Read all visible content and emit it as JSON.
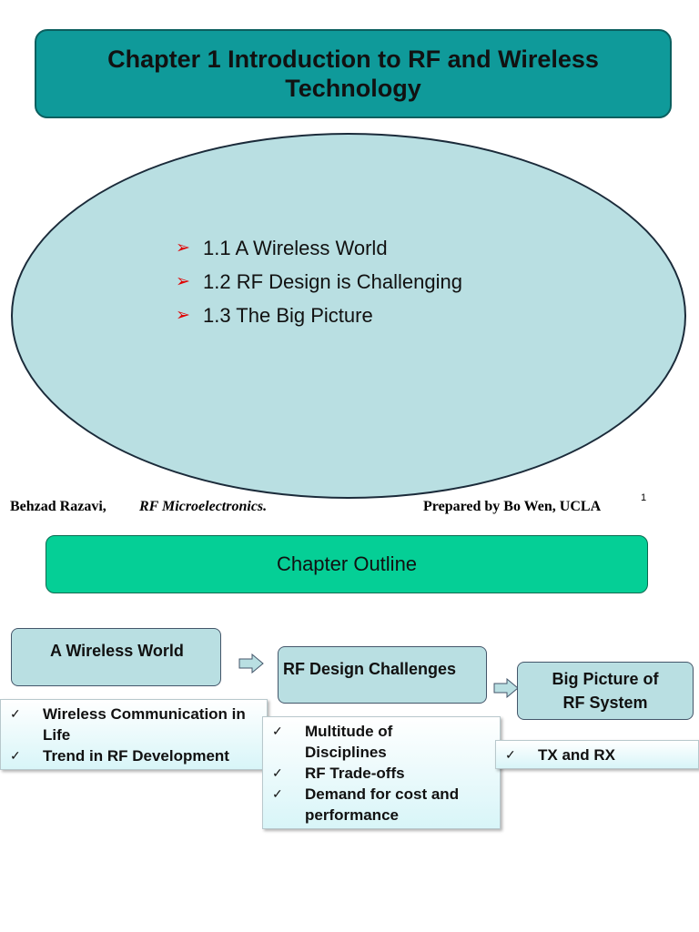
{
  "slide1": {
    "title": "Chapter 1  Introduction to RF and Wireless Technology",
    "bullets": [
      {
        "label": "1.1  A Wireless World"
      },
      {
        "label": "1.2  RF Design is Challenging"
      },
      {
        "label": "1.3  The Big Picture"
      }
    ],
    "footer": {
      "author": "Behzad Razavi,",
      "book": "RF Microelectronics.",
      "prepared_by": "Prepared by Bo Wen, UCLA",
      "page_number": "1"
    }
  },
  "slide2": {
    "header": "Chapter Outline",
    "nodes": [
      {
        "label": "A Wireless World"
      },
      {
        "label": "RF Design Challenges"
      },
      {
        "label": "Big Picture of RF System"
      }
    ],
    "lists": [
      {
        "items": [
          "Wireless Communication in Life",
          "Trend in RF Development"
        ]
      },
      {
        "items": [
          "Multitude of Disciplines",
          "RF Trade-offs",
          "Demand for cost and performance"
        ]
      },
      {
        "items": [
          "TX and RX"
        ]
      }
    ]
  },
  "colors": {
    "title_fill": "#0f9a9a",
    "ellipse_fill": "#b9dfe2",
    "bullet_arrow": "#e00000",
    "outline_fill": "#05cf96",
    "node_fill": "#b9dfe2"
  },
  "icons": {
    "bullet": "arrowhead-bullet-icon",
    "check": "checkmark-icon",
    "flow": "right-arrow-icon"
  }
}
